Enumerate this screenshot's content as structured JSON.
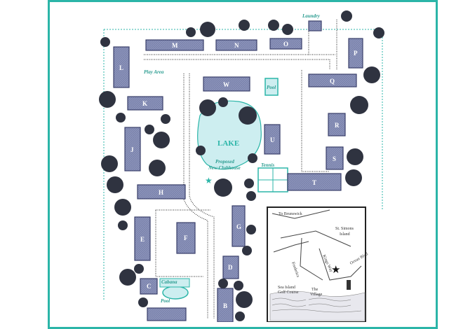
{
  "map": {
    "buildings": [
      "M",
      "N",
      "O",
      "P",
      "L",
      "Q",
      "W",
      "K",
      "R",
      "U",
      "S",
      "J",
      "T",
      "H",
      "G",
      "E",
      "F",
      "D",
      "C",
      "B"
    ],
    "labels": {
      "laundry": "Laundry",
      "play_area": "Play Area",
      "pool_top": "Pool",
      "lake": "LAKE",
      "lake_sub1": "Proposed",
      "lake_sub2": "New Clubhouse",
      "tennis": "Tennis",
      "cabana": "Cabana",
      "pool_bottom": "Pool"
    },
    "inset": {
      "to_brunswick": "To Brunswick",
      "island1": "St. Simons",
      "island2": "Island",
      "golf1": "Sea Island",
      "golf2": "Golf Course",
      "village1": "The",
      "village2": "Village",
      "road1": "Frederica",
      "road2": "Kings Way",
      "road3": "Ocean Blvd"
    }
  },
  "colors": {
    "accent": "#2bb5a8",
    "building": "#8b93ba",
    "water": "#cdeef0"
  }
}
